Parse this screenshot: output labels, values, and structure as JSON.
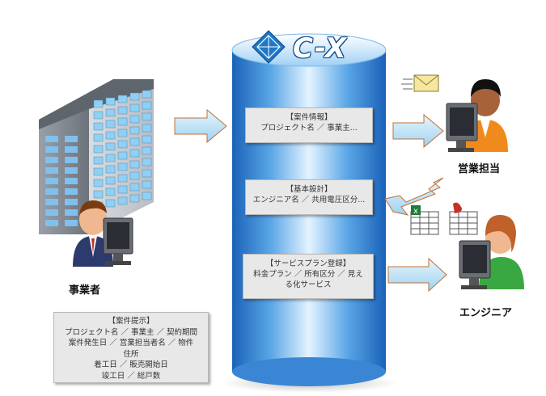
{
  "logo": {
    "text": "C-X",
    "accent": "#1f78c8"
  },
  "actors": {
    "business_owner": "事業者",
    "sales": "営業担当",
    "engineer": "エンジニア"
  },
  "cards": {
    "project_info": {
      "title": "【案件情報】",
      "lines": [
        "プロジェクト名 ／ 事業主..."
      ]
    },
    "basic_design": {
      "title": "【基本設計】",
      "lines": [
        "エンジニア名 ／ 共用電圧区分..."
      ]
    },
    "service_plan": {
      "title": "【サービスプラン登録】",
      "lines": [
        "料金プラン ／ 所有区分 ／ 見え",
        "る化サービス"
      ]
    },
    "proposal": {
      "title": "【案件提示】",
      "lines": [
        "プロジェクト名 ／ 事業主 ／ 契約期間",
        "案件発生日 ／ 営業担当者名 ／ 物件",
        "住所",
        "着工日 ／ 販売開始日",
        "竣工日 ／ 総戸数"
      ]
    }
  },
  "colors": {
    "arrow_fill": "#b8e0f5",
    "arrow_stroke": "#c0703a",
    "cylinder_dark": "#1e6fc4",
    "cylinder_light": "#dff1ff"
  }
}
